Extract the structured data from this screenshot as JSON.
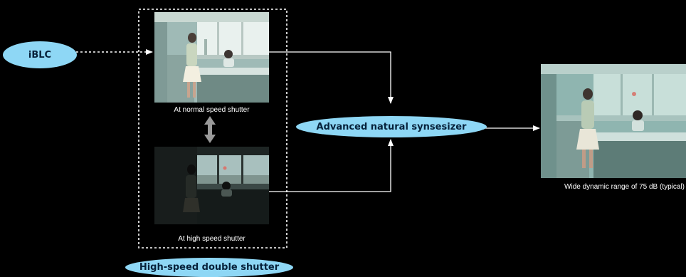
{
  "colors": {
    "background": "#000000",
    "oval_fill": "#8ed7f5",
    "oval_text": "#06213a",
    "line": "#ffffff",
    "double_arrow": "#9a9a9a"
  },
  "nodes": {
    "iblc": "iBLC",
    "synthesizer": "Advanced natural synsesizer",
    "double_shutter": "High-speed double shutter"
  },
  "captions": {
    "normal_speed": "At normal speed shutter",
    "high_speed": "At high speed shutter",
    "result": "Wide dynamic range of 75 dB (typical)"
  },
  "images": {
    "normal_speed": "office-scene-normal-shutter-photo",
    "high_speed": "office-scene-high-speed-shutter-photo",
    "result": "office-scene-wide-dynamic-range-photo"
  }
}
